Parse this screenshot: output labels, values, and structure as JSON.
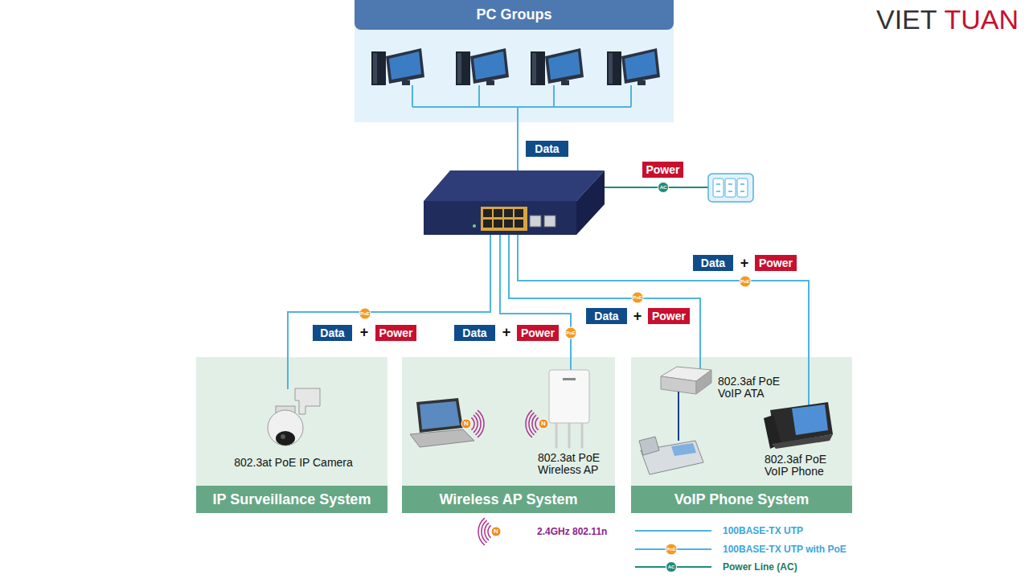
{
  "diagram": {
    "nodes": [
      {
        "text": [
          "PC Groups"
        ]
      },
      {
        "text": [
          "Data"
        ]
      },
      {
        "text": [
          "Power"
        ]
      },
      {
        "text": [
          "Data"
        ]
      },
      {
        "text": [
          "Power"
        ]
      },
      {
        "text": [
          "Data"
        ]
      },
      {
        "text": [
          "Power"
        ]
      },
      {
        "text": [
          "Data"
        ]
      },
      {
        "text": [
          "Power"
        ]
      },
      {
        "text": [
          "Data"
        ]
      },
      {
        "text": [
          "Power"
        ]
      },
      {
        "text": [
          "IP Surveillance System"
        ]
      },
      {
        "text": [
          "802.3at PoE IP Camera"
        ],
        "in": 11
      },
      {
        "text": [
          "Wireless AP System"
        ]
      },
      {
        "text": [
          "802.3at PoE Wireless AP"
        ],
        "in": 13
      },
      {
        "text": [
          "VoIP Phone System"
        ]
      },
      {
        "text": [
          "802.3af PoE VoIP ATA"
        ],
        "in": 15
      },
      {
        "text": [
          "802.3af PoE VoIP Phone"
        ],
        "in": 15
      }
    ],
    "labels": [
      "VIET",
      "TUAN",
      "AC",
      "+",
      "PoE",
      "PoE",
      "+",
      "PoE",
      "+",
      "+",
      "PoE",
      "N",
      "N",
      "N",
      "PoE",
      "AC"
    ],
    "legend": [
      {
        "text": "2.4GHz 802.11n"
      },
      {
        "text": "100BASE-TX UTP"
      },
      {
        "text": "100BASE-TX UTP with PoE"
      },
      {
        "text": "Power Line (AC)"
      }
    ]
  }
}
